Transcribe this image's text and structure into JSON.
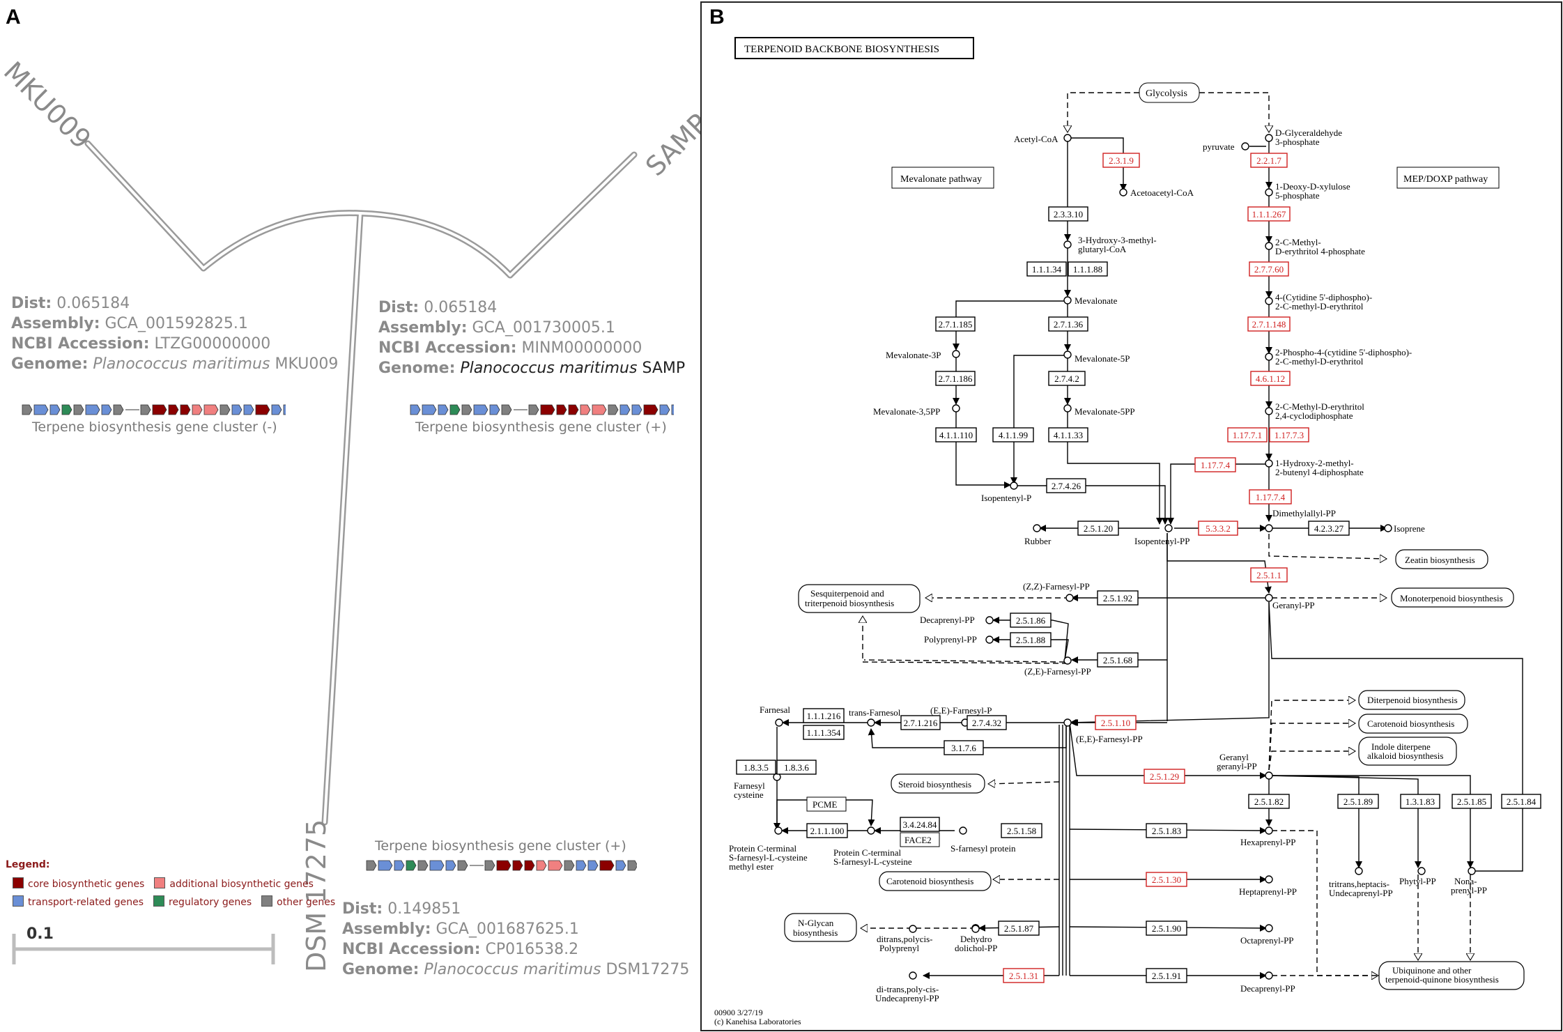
{
  "panels": {
    "a": "A",
    "b": "B"
  },
  "tree": {
    "leaves": {
      "mku": "MKU009",
      "samp": "SAMP",
      "dsm": "DSM 17275"
    },
    "scale_label": "0.1"
  },
  "genomes": {
    "mku": {
      "dist_key": "Dist:",
      "dist": "0.065184",
      "assembly_key": "Assembly:",
      "assembly": "GCA_001592825.1",
      "ncbi_key": "NCBI Accession:",
      "ncbi": "LTZG00000000",
      "genome_key": "Genome:",
      "species": "Planococcus maritimus",
      "strain": "MKU009",
      "cluster": "Terpene biosynthesis gene cluster (-)"
    },
    "samp": {
      "dist_key": "Dist:",
      "dist": "0.065184",
      "assembly_key": "Assembly:",
      "assembly": "GCA_001730005.1",
      "ncbi_key": "NCBI Accession:",
      "ncbi": "MINM00000000",
      "genome_key": "Genome:",
      "species": "Planococcus maritimus",
      "strain": "SAMP",
      "cluster": "Terpene biosynthesis gene cluster (+)"
    },
    "dsm": {
      "dist_key": "Dist:",
      "dist": "0.149851",
      "assembly_key": "Assembly:",
      "assembly": "GCA_001687625.1",
      "ncbi_key": "NCBI Accession:",
      "ncbi": "CP016538.2",
      "genome_key": "Genome:",
      "species": "Planococcus maritimus",
      "strain": "DSM17275",
      "cluster": "Terpene biosynthesis gene cluster (+)"
    }
  },
  "legend": {
    "title": "Legend:",
    "items": [
      {
        "label": "core biosynthetic genes",
        "color": "#8b0000"
      },
      {
        "label": "additional biosynthetic genes",
        "color": "#f08080"
      },
      {
        "label": "transport-related genes",
        "color": "#6a8fd6"
      },
      {
        "label": "regulatory genes",
        "color": "#2e8b57"
      },
      {
        "label": "other genes",
        "color": "#808080"
      }
    ]
  },
  "gene_colors": {
    "core": "#8b0000",
    "additional": "#f08080",
    "transport": "#6a8fd6",
    "regulatory": "#2e8b57",
    "other": "#808080"
  },
  "gene_clusters": {
    "mku": [
      "other",
      "transport",
      "transport",
      "regulatory",
      "other",
      "transport",
      "transport",
      "other",
      "other",
      "core",
      "core",
      "core",
      "additional",
      "additional",
      "other",
      "transport",
      "transport",
      "core",
      "transport",
      "transport"
    ],
    "samp": [
      "transport",
      "transport",
      "transport",
      "regulatory",
      "other",
      "transport",
      "transport",
      "other",
      "other",
      "core",
      "core",
      "core",
      "additional",
      "additional",
      "other",
      "transport",
      "transport",
      "core",
      "transport",
      "transport"
    ],
    "dsm": [
      "other",
      "transport",
      "transport",
      "regulatory",
      "other",
      "transport",
      "transport",
      "other",
      "other",
      "core",
      "core",
      "core",
      "additional",
      "additional",
      "other",
      "transport",
      "transport",
      "core",
      "transport",
      "other"
    ]
  },
  "pathway": {
    "title": "TERPENOID BACKBONE BIOSYNTHESIS",
    "footer1": "00900 3/27/19",
    "footer2": "(c) Kanehisa Laboratories",
    "colors": {
      "red_ec": "#d02020",
      "black": "#000000"
    },
    "compounds": {
      "glycolysis": "Glycolysis",
      "acetyl_coa": "Acetyl-CoA",
      "d_glyceraldehyde": "D-Glyceraldehyde",
      "three_phosphate": "3-phosphate",
      "pyruvate": "pyruvate",
      "acetoacetyl": "Acetoacetyl-CoA",
      "mevalonate_pathway": "Mevalonate pathway",
      "mep_pathway": "MEP/DOXP pathway",
      "deoxy1": "1-Deoxy-D-xylulose",
      "deoxy2": "5-phosphate",
      "hmg1": "3-Hydroxy-3-methyl-",
      "hmg2": "glutaryl-CoA",
      "mecp1": "2-C-Methyl-",
      "mecp2": "D-erythritol 4-phosphate",
      "mevalonate": "Mevalonate",
      "cdp1": "4-(Cytidine 5'-diphospho)-",
      "cdp2": "2-C-methyl-D-erythritol",
      "mev3p": "Mevalonate-3P",
      "mev5p": "Mevalonate-5P",
      "cdpp1": "2-Phospho-4-(cytidine 5'-diphospho)-",
      "cdpp2": "2-C-methyl-D-erythritol",
      "mev35pp": "Mevalonate-3,5PP",
      "mev5pp": "Mevalonate-5PP",
      "mecpp1": "2-C-Methyl-D-erythritol",
      "mecpp2": "2,4-cyclodiphosphate",
      "hmbpp1": "1-Hydroxy-2-methyl-",
      "hmbpp2": "2-butenyl 4-diphosphate",
      "isopentenyl_p": "Isopentenyl-P",
      "dmapp": "Dimethylallyl-PP",
      "rubber": "Rubber",
      "ipp": "Isopentenyl-PP",
      "isoprene": "Isoprene",
      "zeatin": "Zeatin biosynthesis",
      "sesqui1": "Sesquiterpenoid and",
      "sesqui2": "triterpenoid biosynthesis",
      "zz_fpp": "(Z,Z)-Farnesyl-PP",
      "monoterp": "Monoterpenoid biosynthesis",
      "geranyl_pp": "Geranyl-PP",
      "decaprenyl_pp": "Decaprenyl-PP",
      "polyprenyl_pp": "Polyprenyl-PP",
      "ze_fpp": "(Z,E)-Farnesyl-PP",
      "diterp": "Diterpenoid biosynthesis",
      "farnesal": "Farnesal",
      "trans_farnesol": "trans-Farnesol",
      "ee_fp": "(E,E)-Farnesyl-P",
      "ee_fpp": "(E,E)-Farnesyl-PP",
      "carot": "Carotenoid biosynthesis",
      "indole1": "Indole diterpene",
      "indole2": "alkaloid biosynthesis",
      "ggpp1": "Geranyl",
      "ggpp2": "geranyl-PP",
      "farnesyl_cys1": "Farnesyl",
      "farnesyl_cys2": "cysteine",
      "steroid": "Steroid biosynthesis",
      "pcme": "PCME",
      "face2": "FACE2",
      "pcs_me1": "Protein C-terminal",
      "pcs_me2": "S-farnesyl-L-cysteine",
      "pcs_me3": "methyl ester",
      "pcs1": "Protein C-terminal",
      "pcs2": "S-farnesyl-L-cysteine",
      "sfp": "S-farnesyl protein",
      "hexaprenyl": "Hexaprenyl-PP",
      "tritrans1": "tritrans,heptacis-",
      "tritrans2": "Undecaprenyl-PP",
      "phytyl": "Phytyl-PP",
      "nona1": "Nona-",
      "nona2": "prenyl-PP",
      "carot2": "Carotenoid biosynthesis",
      "heptaprenyl": "Heptaprenyl-PP",
      "nglycan1": "N-Glycan",
      "nglycan2": "biosynthesis",
      "ditrans1": "ditrans,polycis-",
      "ditrans2": "Polyprenyl",
      "dehydro1": "Dehydro",
      "dehydro2": "dolichol-PP",
      "octaprenyl": "Octaprenyl-PP",
      "ubiq1": "Ubiquinone and other",
      "ubiq2": "terpenoid-quinone biosynthesis",
      "ditrans_u1": "di-trans,poly-cis-",
      "ditrans_u2": "Undecaprenyl-PP",
      "decaprenyl2": "Decaprenyl-PP"
    },
    "enzymes": [
      {
        "id": "e2319",
        "label": "2.3.1.9",
        "red": true
      },
      {
        "id": "e2217",
        "label": "2.2.1.7",
        "red": true
      },
      {
        "id": "e23310",
        "label": "2.3.3.10",
        "red": false
      },
      {
        "id": "e111267",
        "label": "1.1.1.267",
        "red": true
      },
      {
        "id": "e11134",
        "label": "1.1.1.34",
        "red": false
      },
      {
        "id": "e11188",
        "label": "1.1.1.88",
        "red": false
      },
      {
        "id": "e27760",
        "label": "2.7.7.60",
        "red": true
      },
      {
        "id": "e271185",
        "label": "2.7.1.185",
        "red": false
      },
      {
        "id": "e27136",
        "label": "2.7.1.36",
        "red": false
      },
      {
        "id": "e271148",
        "label": "2.7.1.148",
        "red": true
      },
      {
        "id": "e271186",
        "label": "2.7.1.186",
        "red": false
      },
      {
        "id": "e2742",
        "label": "2.7.4.2",
        "red": false
      },
      {
        "id": "e46112",
        "label": "4.6.1.12",
        "red": true
      },
      {
        "id": "e411110",
        "label": "4.1.1.110",
        "red": false
      },
      {
        "id": "e41199",
        "label": "4.1.1.99",
        "red": false
      },
      {
        "id": "e41133",
        "label": "4.1.1.33",
        "red": false
      },
      {
        "id": "e117771",
        "label": "1.17.7.1",
        "red": true
      },
      {
        "id": "e117773",
        "label": "1.17.7.3",
        "red": true
      },
      {
        "id": "e11774a",
        "label": "1.17.7.4",
        "red": true
      },
      {
        "id": "e11774b",
        "label": "1.17.7.4",
        "red": true
      },
      {
        "id": "e27426",
        "label": "2.7.4.26",
        "red": false
      },
      {
        "id": "e25120",
        "label": "2.5.1.20",
        "red": false
      },
      {
        "id": "e5332",
        "label": "5.3.3.2",
        "red": true
      },
      {
        "id": "e42327",
        "label": "4.2.3.27",
        "red": false
      },
      {
        "id": "e2511",
        "label": "2.5.1.1",
        "red": true
      },
      {
        "id": "e25192",
        "label": "2.5.1.92",
        "red": false
      },
      {
        "id": "e25186",
        "label": "2.5.1.86",
        "red": false
      },
      {
        "id": "e25188",
        "label": "2.5.1.88",
        "red": false
      },
      {
        "id": "e25168",
        "label": "2.5.1.68",
        "red": false
      },
      {
        "id": "e111216",
        "label": "1.1.1.216",
        "red": false
      },
      {
        "id": "e111354",
        "label": "1.1.1.354",
        "red": false
      },
      {
        "id": "e271216",
        "label": "2.7.1.216",
        "red": false
      },
      {
        "id": "e27432",
        "label": "2.7.4.32",
        "red": false
      },
      {
        "id": "e25110",
        "label": "2.5.1.10",
        "red": true
      },
      {
        "id": "e3176",
        "label": "3.1.7.6",
        "red": false
      },
      {
        "id": "e1835",
        "label": "1.8.3.5",
        "red": false
      },
      {
        "id": "e1836",
        "label": "1.8.3.6",
        "red": false
      },
      {
        "id": "e25129",
        "label": "2.5.1.29",
        "red": true
      },
      {
        "id": "e342484",
        "label": "3.4.24.84",
        "red": false
      },
      {
        "id": "e211100",
        "label": "2.1.1.100",
        "red": false
      },
      {
        "id": "e25158",
        "label": "2.5.1.58",
        "red": false
      },
      {
        "id": "e25182",
        "label": "2.5.1.82",
        "red": false
      },
      {
        "id": "e25189",
        "label": "2.5.1.89",
        "red": false
      },
      {
        "id": "e13183",
        "label": "1.3.1.83",
        "red": false
      },
      {
        "id": "e25185",
        "label": "2.5.1.85",
        "red": false
      },
      {
        "id": "e25184",
        "label": "2.5.1.84",
        "red": false
      },
      {
        "id": "e25183",
        "label": "2.5.1.83",
        "red": false
      },
      {
        "id": "e25130",
        "label": "2.5.1.30",
        "red": true
      },
      {
        "id": "e25187",
        "label": "2.5.1.87",
        "red": false
      },
      {
        "id": "e25190",
        "label": "2.5.1.90",
        "red": false
      },
      {
        "id": "e25131",
        "label": "2.5.1.31",
        "red": true
      },
      {
        "id": "e25191",
        "label": "2.5.1.91",
        "red": false
      }
    ]
  }
}
